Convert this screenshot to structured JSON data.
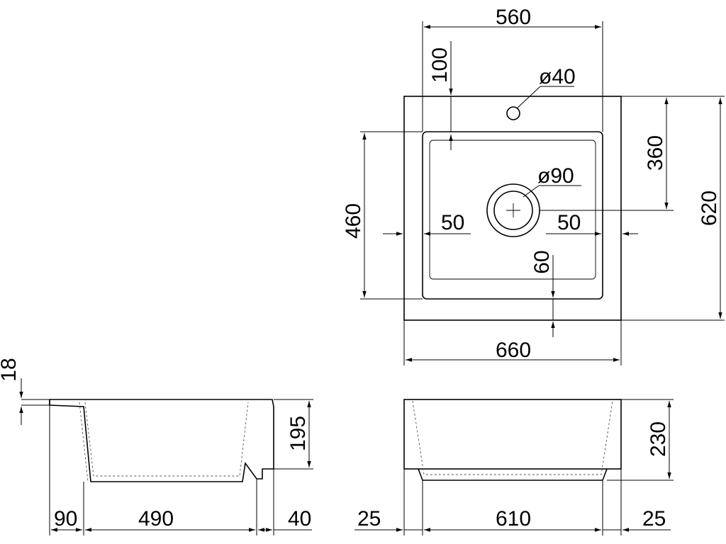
{
  "top_view": {
    "width_outer": "660",
    "width_inner": "560",
    "depth_outer": "620",
    "depth_inner": "460",
    "drain_offset": "360",
    "tap_offset": "100",
    "tap_hole": "ø40",
    "drain_hole": "ø90",
    "side_left": "50",
    "side_right": "50",
    "front": "60"
  },
  "side_view": {
    "rim": "18",
    "depth": "195",
    "left": "90",
    "middle": "490",
    "right": "40"
  },
  "front_view": {
    "height": "230",
    "left": "25",
    "middle": "610",
    "right": "25"
  }
}
